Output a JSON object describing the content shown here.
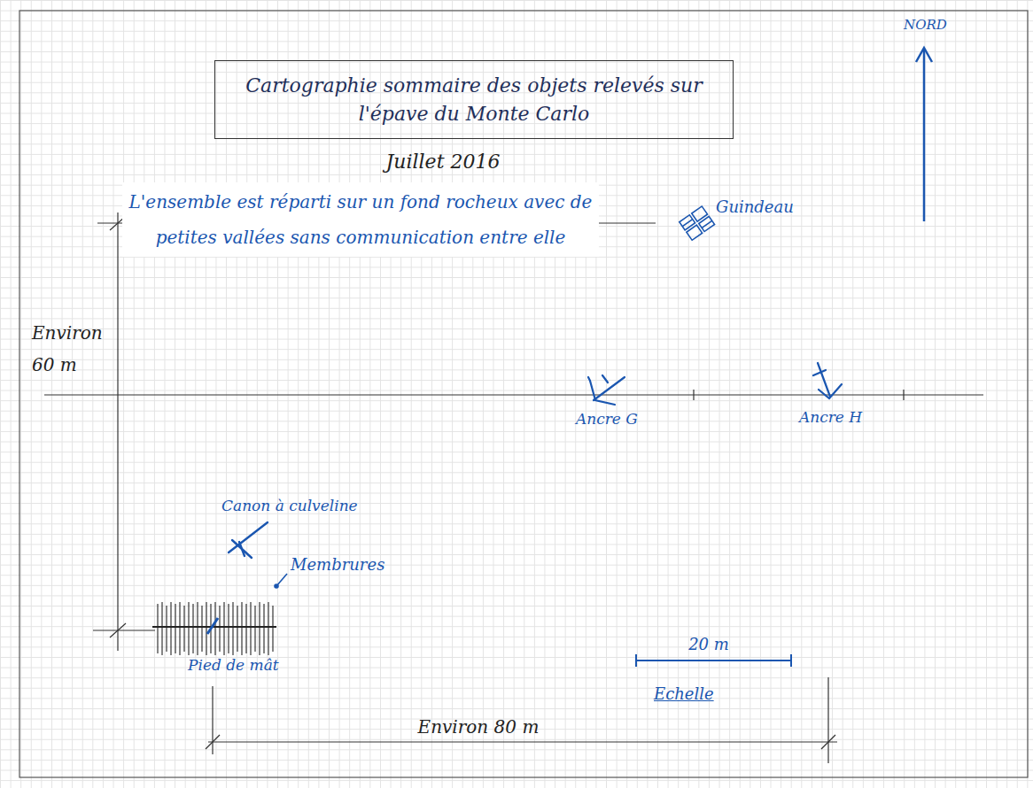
{
  "diagram": {
    "title": "Cartographie sommaire des objets relevés sur l'épave du Monte Carlo",
    "labels": [
      "Juillet 2016",
      "NORD",
      "L'ensemble est réparti sur un fond rocheux avec de petites vallées sans communication entre elle",
      "Guindeau",
      "Environ 60 m",
      "Ancre G",
      "Ancre H",
      "Canon à culveline",
      "Membrures",
      "Pied de mât",
      "20 m",
      "Echelle",
      "Environ 80 m"
    ]
  }
}
